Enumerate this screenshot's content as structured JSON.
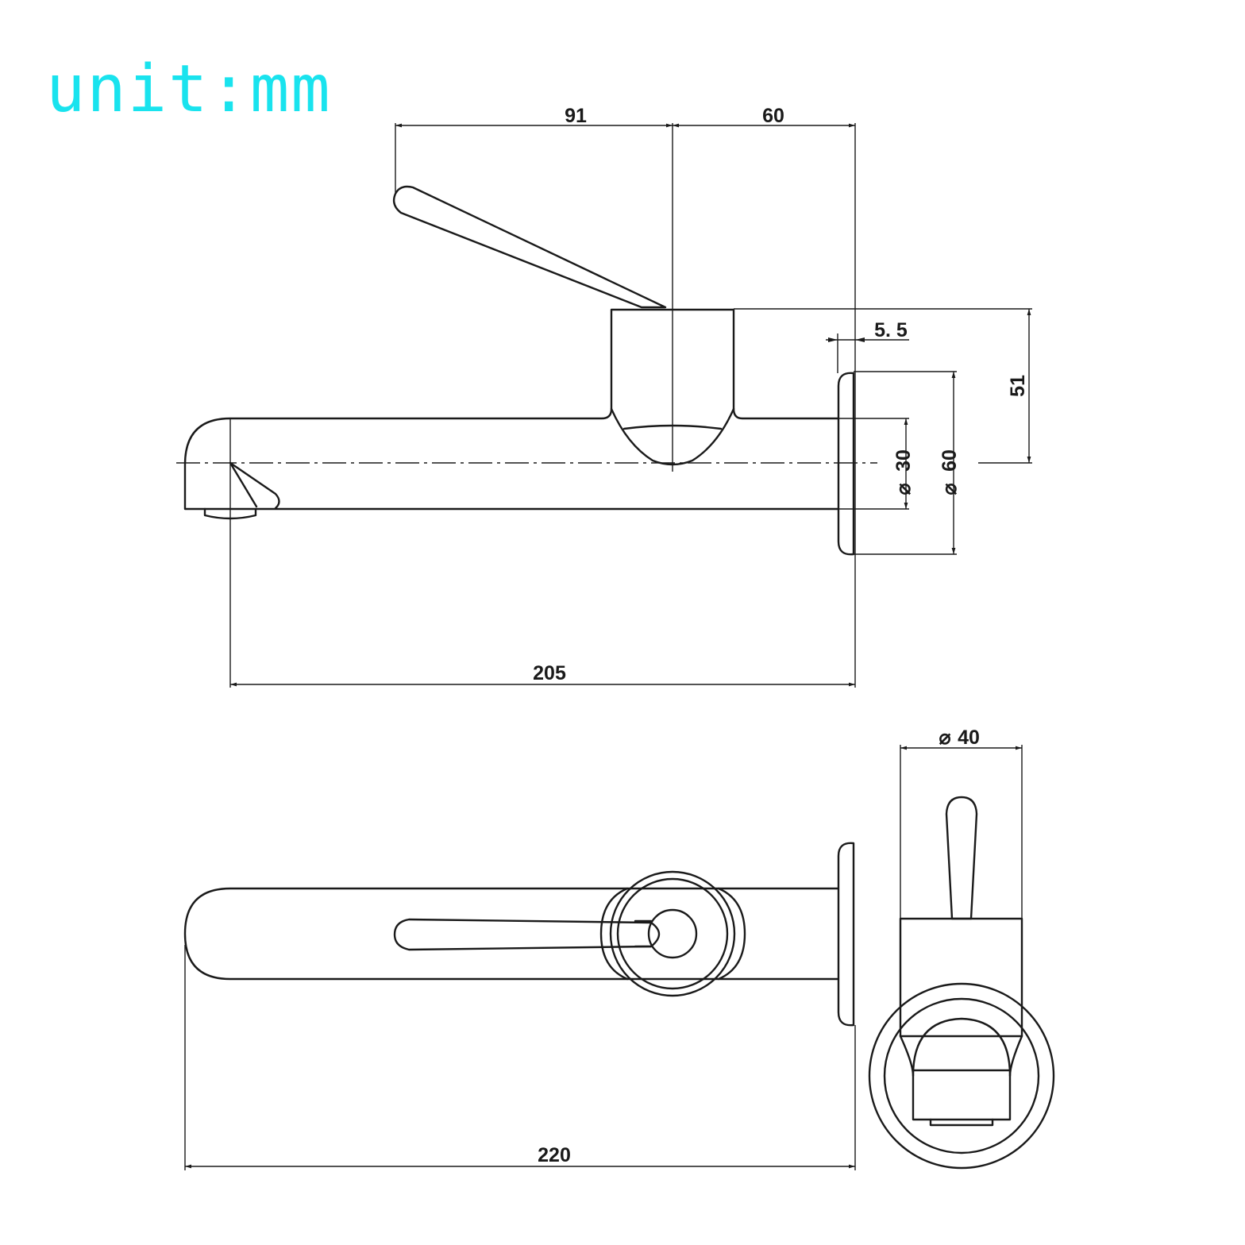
{
  "unit_label": "unit:mm",
  "colors": {
    "unit_label": "#19e3ee",
    "line": "#1a1a1a",
    "background": "#ffffff"
  },
  "side_view": {
    "dims": {
      "lever_offset": "91",
      "spout_to_body": "60",
      "flange_thickness": "5. 5",
      "body_height": "51",
      "spout_diameter": "30",
      "flange_diameter": "60",
      "reach": "205"
    },
    "diameter_symbol": "⌀"
  },
  "top_view": {
    "dims": {
      "overall_length": "220"
    }
  },
  "front_view": {
    "dims": {
      "body_diameter": "40"
    },
    "diameter_symbol": "⌀"
  }
}
